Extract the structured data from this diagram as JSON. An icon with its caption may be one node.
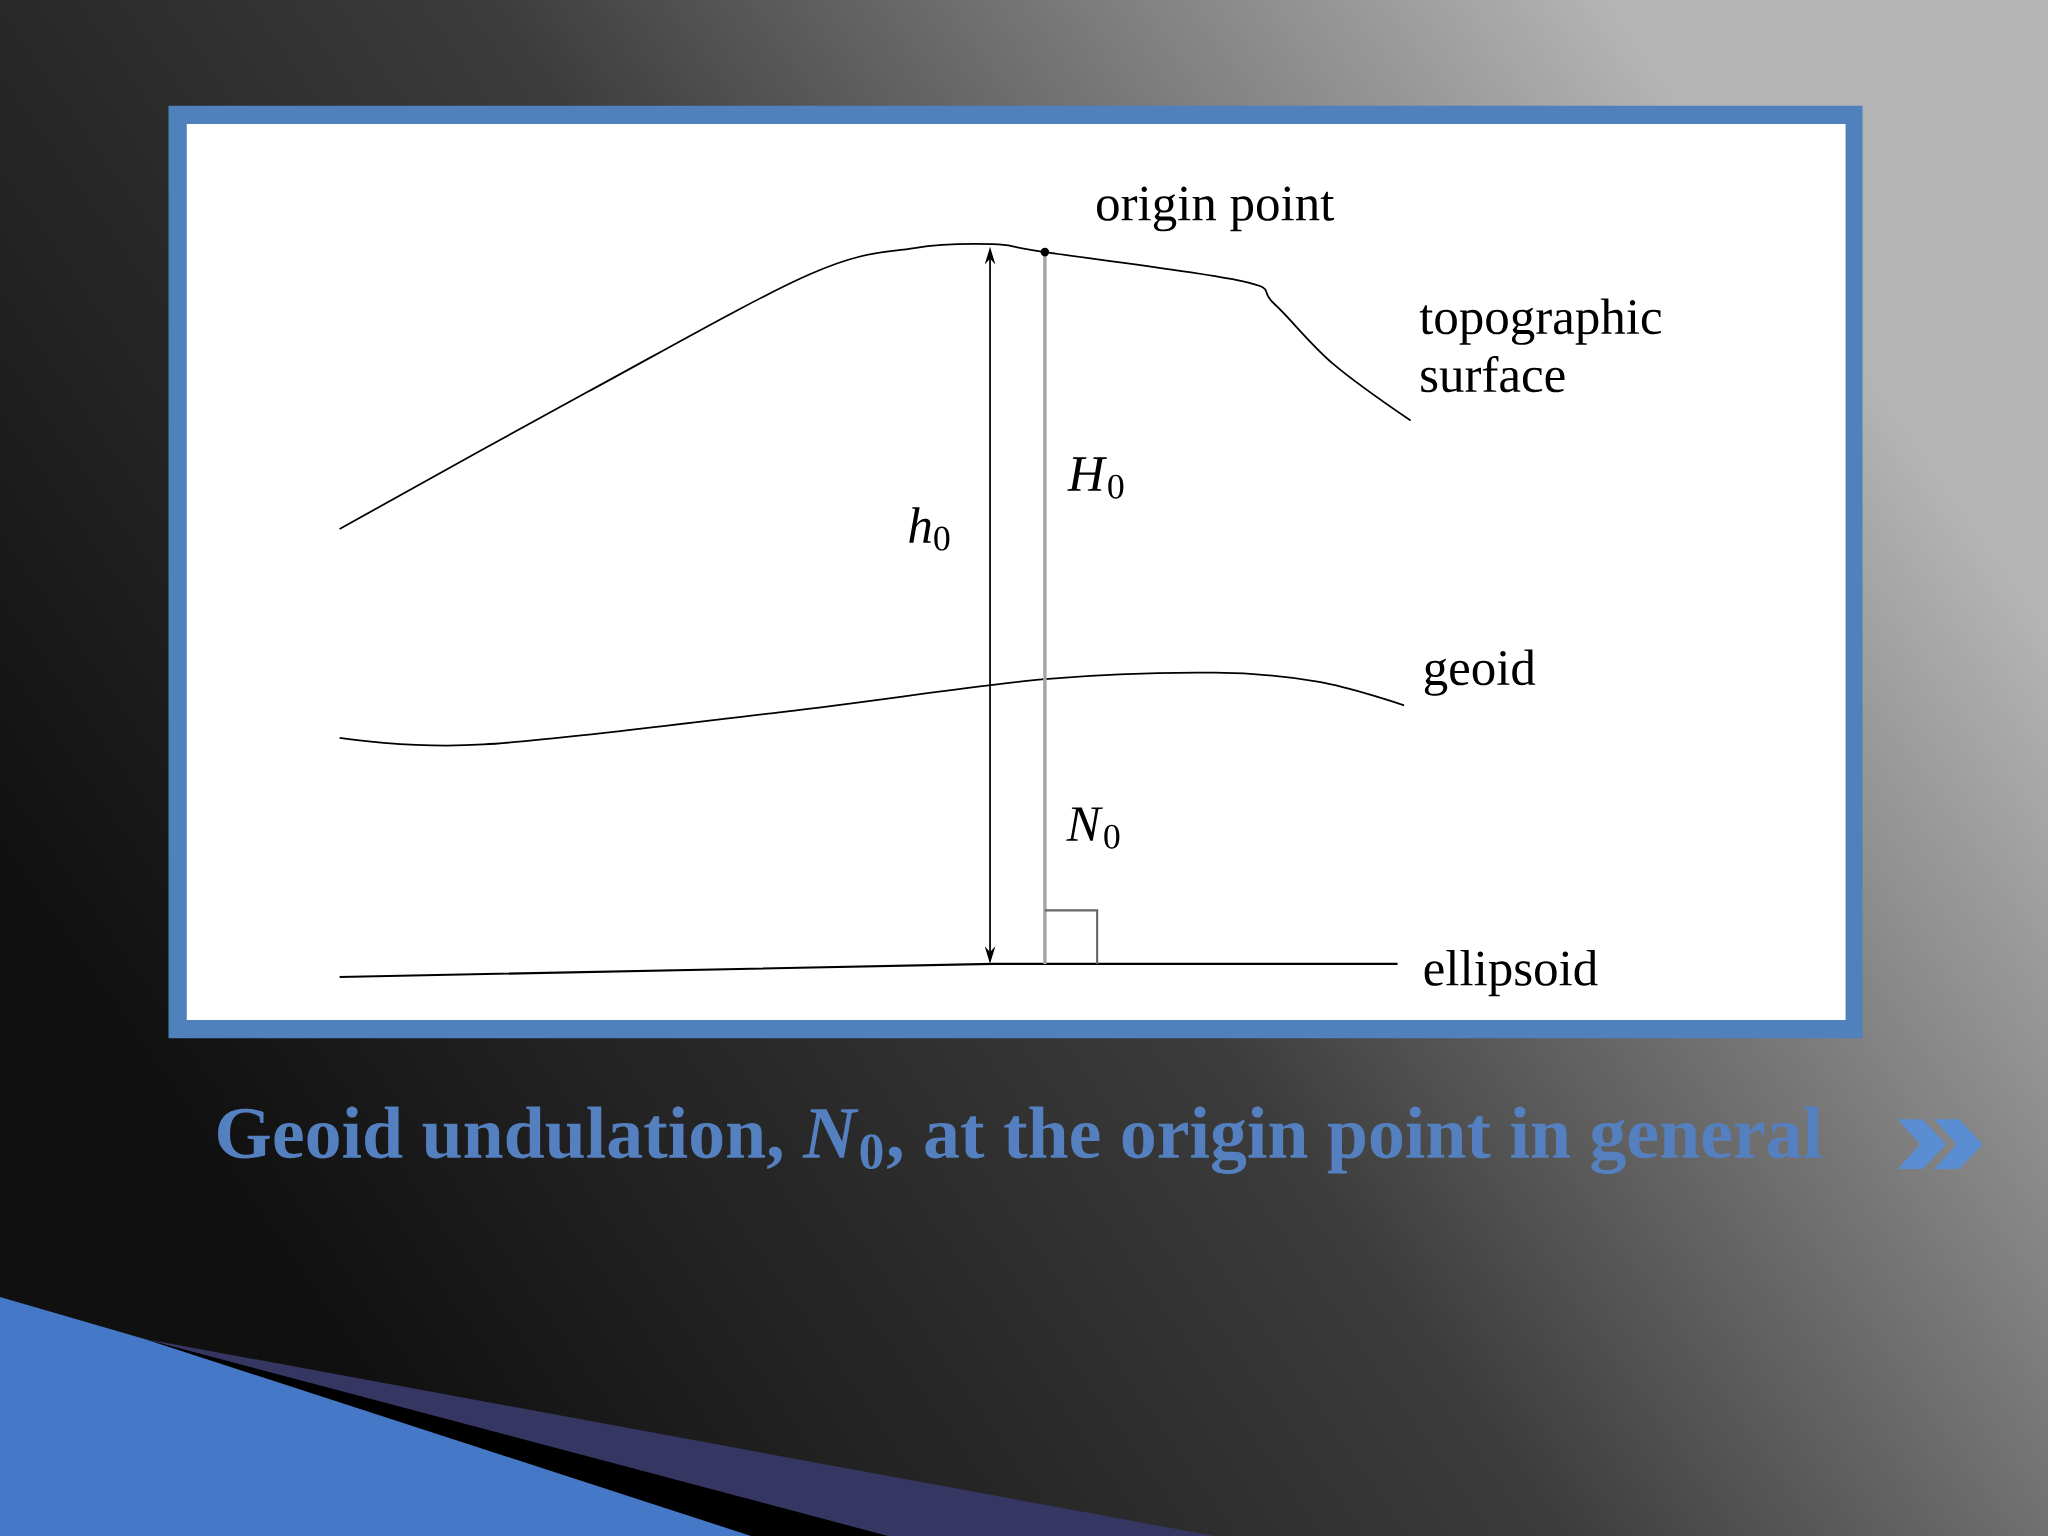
{
  "diagram": {
    "title": "Geoid undulation, *N*$_{0}$, at the origin point in general",
    "labels": [
      "origin point",
      "topographic surface",
      "*H*$_{0}$",
      "*h*$_{0}$",
      "geoid",
      "*N*$_{0}$",
      "ellipsoid"
    ]
  }
}
